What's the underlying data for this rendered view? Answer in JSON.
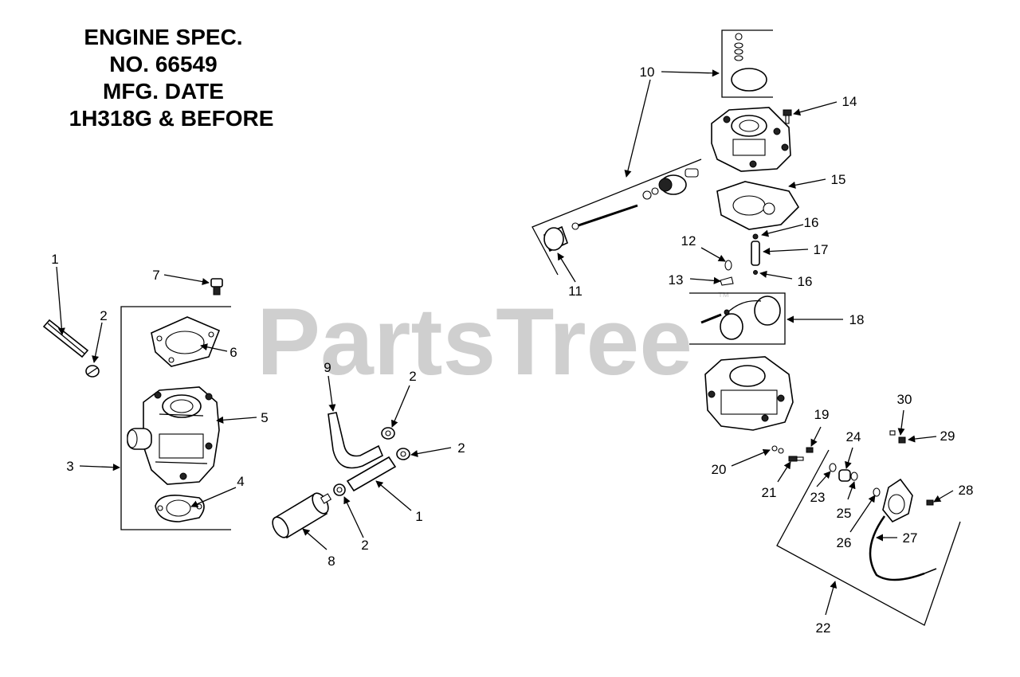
{
  "title": {
    "lines": [
      "ENGINE SPEC.",
      "NO. 66549",
      "MFG. DATE",
      "1H318G & BEFORE"
    ]
  },
  "watermark": {
    "text": "PartsTree",
    "mark": "™"
  },
  "callouts": [
    "1",
    "2",
    "7",
    "6",
    "5",
    "3",
    "4",
    "9",
    "2",
    "2",
    "8",
    "2",
    "1",
    "10",
    "14",
    "15",
    "16",
    "17",
    "12",
    "13",
    "16",
    "11",
    "18",
    "19",
    "20",
    "21",
    "23",
    "24",
    "25",
    "30",
    "29",
    "28",
    "26",
    "27",
    "22"
  ]
}
